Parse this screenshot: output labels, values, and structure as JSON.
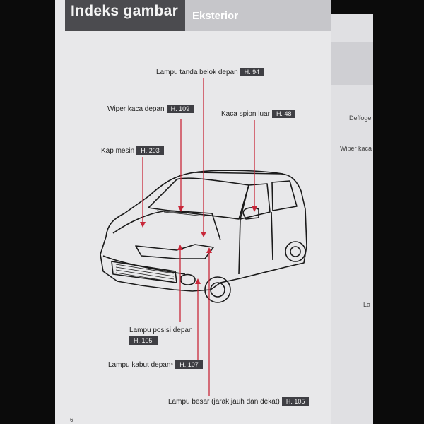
{
  "header": {
    "title": "Indeks gambar",
    "section": "Eksterior"
  },
  "callouts": {
    "turn_signal": {
      "label": "Lampu tanda belok depan",
      "page": "H. 94"
    },
    "wiper": {
      "label": "Wiper kaca depan",
      "page": "H. 109"
    },
    "mirror": {
      "label": "Kaca spion luar",
      "page": "H. 48"
    },
    "hood": {
      "label": "Kap mesin",
      "page": "H. 203"
    },
    "position_lamp": {
      "label": "Lampu posisi depan",
      "page": "H. 105"
    },
    "fog_lamp": {
      "label": "Lampu kabut depan*",
      "page": "H. 107"
    },
    "headlamp": {
      "label": "Lampu besar (jarak jauh dan dekat)",
      "page": "H. 105"
    }
  },
  "adjacent_page": {
    "defogger": "Deffoger",
    "wiper": "Wiper kaca",
    "fragment": "La"
  },
  "page_number": "6",
  "colors": {
    "page": "#e8e8ea",
    "header_dark": "#4b4b4f",
    "header_light": "#c6c6ca",
    "leader_line": "#c8283a",
    "page_ref_bg": "#3f3f44"
  }
}
